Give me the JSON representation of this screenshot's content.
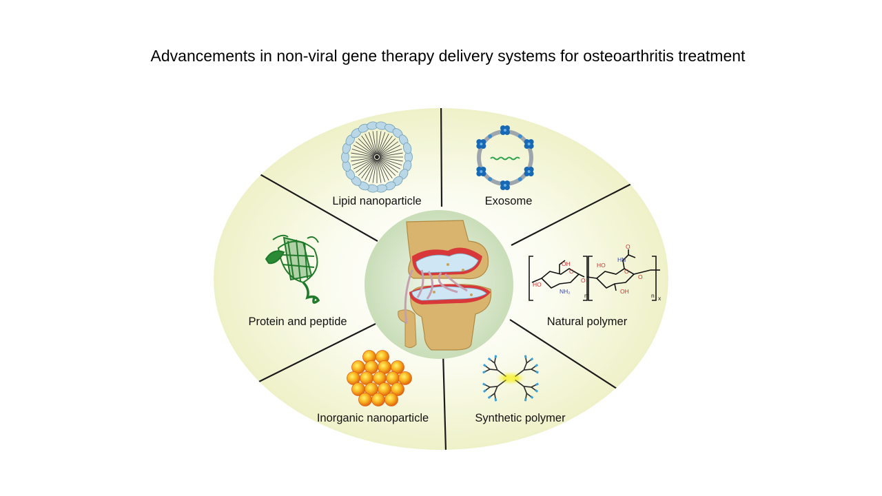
{
  "title": "Advancements in non-viral gene therapy delivery systems for osteoarthritis treatment",
  "segments": {
    "lipid": "Lipid nanoparticle",
    "exosome": "Exosome",
    "protein": "Protein and peptide",
    "natural": "Natural polymer",
    "inorganic": "Inorganic nanoparticle",
    "synthetic": "Synthetic polymer"
  },
  "chem": {
    "oh1": "OH",
    "ho1": "HO",
    "nh2": "NH₂",
    "m": "m",
    "ho2": "HO",
    "hn": "HN",
    "o": "O",
    "oh2": "OH",
    "n": "n",
    "x": "x",
    "ring_o1": "O",
    "ring_o2": "O",
    "link_o1": "O",
    "link_o2": "O"
  },
  "colors": {
    "oval_center": "#ffffff",
    "oval_edge": "#eef0c4",
    "center_circle": "#d5e4c5",
    "bone": "#d9b46e",
    "cartilage": "#cfe6f4",
    "inflammation": "#d8383a",
    "lipid_head": "#b9d7e6",
    "exosome_protein": "#1769b5",
    "protein_green": "#1f7a2a",
    "inorganic_orange": "#f5a21a"
  },
  "icons": [
    "lipid-nanoparticle-icon",
    "exosome-icon",
    "protein-ribbon-icon",
    "polysaccharide-structure-icon",
    "inorganic-nanoparticle-icon",
    "dendrimer-icon",
    "knee-joint-icon"
  ]
}
